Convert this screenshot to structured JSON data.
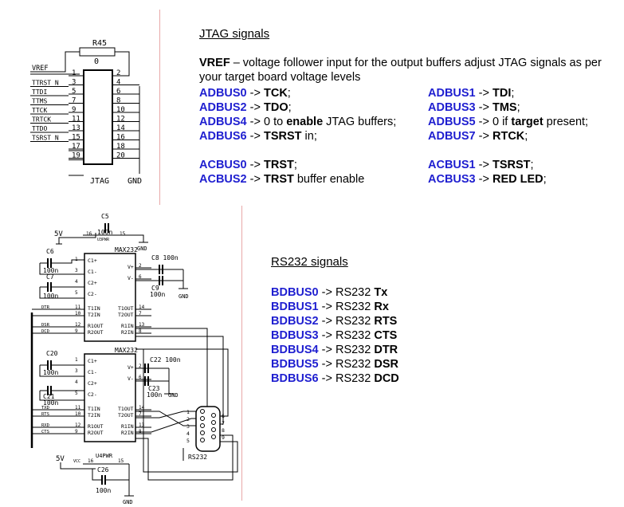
{
  "jtag": {
    "heading": "JTAG signals",
    "vref_name": "VREF",
    "vref_desc": " – voltage follower input for the output buffers adjust JTAG signals as per your target board voltage levels",
    "rows": [
      {
        "left": {
          "bus": "ADBUS0",
          "pre": " -> ",
          "b1": "TCK",
          "post": ";"
        },
        "right": {
          "bus": "ADBUS1",
          "pre": " -> ",
          "b1": "TDI",
          "post": ";"
        }
      },
      {
        "left": {
          "bus": "ADBUS2",
          "pre": " -> ",
          "b1": "TDO",
          "post": ";"
        },
        "right": {
          "bus": "ADBUS3",
          "pre": " -> ",
          "b1": "TMS",
          "post": ";"
        }
      },
      {
        "left": {
          "bus": "ADBUS4",
          "pre": " -> 0 to ",
          "b1": "enable",
          "post": " JTAG buffers;"
        },
        "right": {
          "bus": "ADBUS5",
          "pre": " -> 0 if ",
          "b1": "target",
          "post": " present;"
        }
      },
      {
        "left": {
          "bus": "ADBUS6",
          "pre": " -> ",
          "b1": "TSRST",
          "post": " in;"
        },
        "right": {
          "bus": "ADBUS7",
          "pre": " -> ",
          "b1": "RTCK",
          "post": ";"
        }
      },
      {
        "left": {
          "bus": "ACBUS0",
          "pre": " -> ",
          "b1": "TRST",
          "post": ";"
        },
        "right": {
          "bus": "ACBUS1",
          "pre": " -> ",
          "b1": "TSRST",
          "post": ";"
        }
      },
      {
        "left": {
          "bus": "ACBUS2",
          "pre": " -> ",
          "b1": "TRST",
          "post": " buffer enable"
        },
        "right": {
          "bus": "ACBUS3",
          "pre": " -> ",
          "b1": "RED LED",
          "post": ";"
        }
      }
    ]
  },
  "rs232": {
    "heading": "RS232 signals",
    "rows": [
      {
        "bus": "BDBUS0",
        "pre": " -> RS232 ",
        "b1": "Tx"
      },
      {
        "bus": "BDBUS1",
        "pre": "  -> RS232 ",
        "b1": "Rx"
      },
      {
        "bus": "BDBUS2",
        "pre": " -> RS232 ",
        "b1": "RTS"
      },
      {
        "bus": "BDBUS3",
        "pre": " -> RS232 ",
        "b1": "CTS"
      },
      {
        "bus": "BDBUS4",
        "pre": " -> RS232 ",
        "b1": "DTR"
      },
      {
        "bus": "BDBUS5",
        "pre": "  -> RS232 ",
        "b1": "DSR"
      },
      {
        "bus": "BDBUS6",
        "pre": " -> RS232 ",
        "b1": "DCD"
      }
    ]
  },
  "schematic_jtag": {
    "resistor_ref": "R45",
    "resistor_val": "0",
    "vref_label": "VREF",
    "signals": [
      "TTRST_N",
      "TTDI",
      "TTMS",
      "TTCK",
      "TRTCK",
      "TTDO",
      "TSRST_N"
    ],
    "left_pins": [
      "1",
      "3",
      "5",
      "7",
      "9",
      "11",
      "13",
      "15",
      "17",
      "19"
    ],
    "right_pins": [
      "2",
      "4",
      "6",
      "8",
      "10",
      "12",
      "14",
      "16",
      "18",
      "20"
    ],
    "connector_label": "JTAG",
    "gnd_label": "GND"
  },
  "schematic_rs232": {
    "supply": "5V",
    "caps": {
      "c5": "C5",
      "c5v": "100n",
      "c6": "C6",
      "c6v": "100n",
      "c7": "C7",
      "c7v": "100n",
      "c8": "C8 100n",
      "c9": "C9",
      "c9v": "100n",
      "c20": "C20",
      "c20v": "100n",
      "c21": "C21",
      "c21v": "100n",
      "c22": "C22 100n",
      "c23": "C23",
      "c23v": "100n",
      "c26": "C26",
      "c26v": "100n"
    },
    "ic_name": "MAX232",
    "u3pwr": "U3PWR",
    "u4pwr": "U4PWR",
    "vcc": "VCC",
    "gnd": "GND",
    "pins_16": "16",
    "pins_15": "15",
    "ic_left": [
      "C1+",
      "C1-",
      "C2+",
      "C2-",
      "T1IN",
      "T2IN",
      "R1OUT",
      "R2OUT"
    ],
    "ic_right": [
      "V+",
      "V-",
      "T1OUT",
      "T2OUT",
      "R1IN",
      "R2IN"
    ],
    "ic_left_pins": [
      "1",
      "3",
      "4",
      "5",
      "11",
      "10",
      "12",
      "9"
    ],
    "ic_right_pins": [
      "2",
      "6",
      "14",
      "7",
      "13",
      "8"
    ],
    "upper_nets": [
      "DTR",
      "",
      "DSR",
      "DCD"
    ],
    "lower_nets": [
      "TXD",
      "RTS",
      "RXD",
      "CTS"
    ],
    "db9_label": "RS232",
    "db9_pins_left": [
      "1",
      "2",
      "3",
      "4",
      "5"
    ],
    "db9_pins_right": [
      "6",
      "7",
      "8",
      "9"
    ]
  }
}
